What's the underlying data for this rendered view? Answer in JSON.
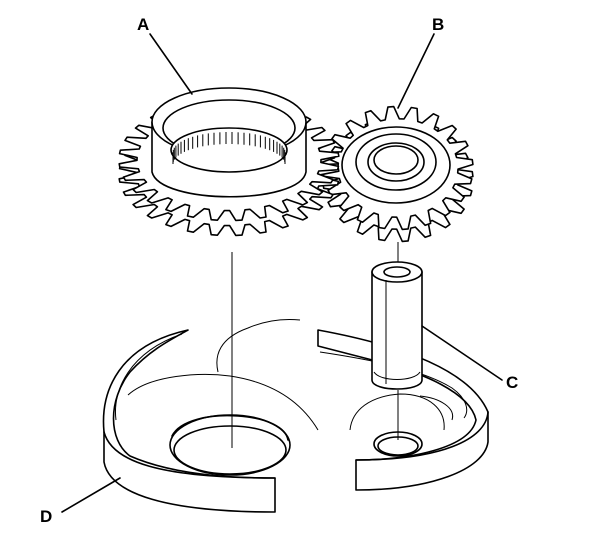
{
  "labels": {
    "a": "A",
    "b": "B",
    "c": "C",
    "d": "D"
  },
  "parts": {
    "a": {
      "icon": "large-gear-with-splined-hub-icon",
      "teeth": 28
    },
    "b": {
      "icon": "small-gear-with-bearing-bore-icon",
      "teeth": 20
    },
    "c": {
      "icon": "dowel-pin-shaft-icon"
    },
    "d": {
      "icon": "housing-boss-base-icon"
    }
  },
  "colors": {
    "line": "#000000",
    "background": "#ffffff"
  }
}
